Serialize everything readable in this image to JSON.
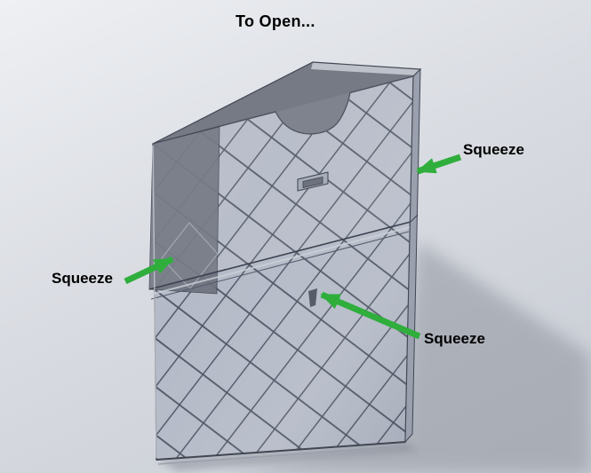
{
  "title": "To Open...",
  "annotations": [
    {
      "id": "squeeze-right",
      "label": "Squeeze"
    },
    {
      "id": "squeeze-left",
      "label": "Squeeze"
    },
    {
      "id": "squeeze-bottom",
      "label": "Squeeze"
    }
  ],
  "colors": {
    "arrow-green": "#2fae3c",
    "label-text": "#000000",
    "case-face": "#b4bac7",
    "case-interior": "#757a85",
    "case-dark-side": "#6d727e",
    "pattern-line": "#4a5160",
    "edge-line": "#424653",
    "bg-top": "#eef0f3",
    "bg-bottom": "#c7cbd3",
    "shadow": "#8a8f99"
  }
}
